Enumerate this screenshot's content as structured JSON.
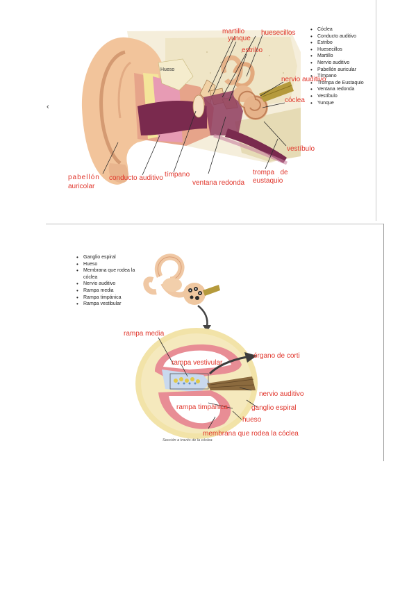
{
  "left_marker": "‹",
  "ear": {
    "bone_tag": "Hueso",
    "labels": {
      "martillo": "martillo",
      "yunque": "yunque",
      "huesecillos": "huesecillos",
      "estribo": "estribo",
      "nervio_auditivo": "nervio auditivo",
      "coclea": "cóclea",
      "vestibulo": "vestíbulo",
      "pabellon_1": "pabellón",
      "pabellon_2": "auricolar",
      "conducto_auditivo": "conducto auditivo",
      "timpano": "tímpano",
      "ventana_redonda": "ventana redonda",
      "trompa_1": "trompa   de",
      "trompa_2": "eustaquio"
    },
    "list": [
      "Cóclea",
      "Conducto auditivo",
      "Estribo",
      "Huesecillos",
      "Martillo",
      "Nervio auditivo",
      "Pabellón auricular",
      "Tímpano",
      "Trompa de Eustaquio",
      "Ventana redonda",
      "Vestíbulo",
      "Yunque"
    ]
  },
  "cochlea": {
    "list": [
      "Ganglio espiral",
      "Hueso",
      "Membrana que rodea la cóclea",
      "Nervio auditivo",
      "Rampa media",
      "Rampa timpánica",
      "Rampa vestibular"
    ],
    "labels": {
      "rampa_media": "rampa media",
      "rampa_vestibular": "rampa vestivular",
      "organo_corti": "órgano de corti",
      "nervio_auditivo": "nervio auditivo",
      "rampa_timpanica": "rampa timpánica",
      "ganglio_espiral": "ganglio espiral",
      "hueso": "hueso",
      "membrana": "membrana que rodea la cóclea"
    },
    "caption": "Sección a través de la cóclea"
  },
  "colors": {
    "label_red": "#e0352b",
    "skin": "#f2c49b",
    "canal_purple": "#7a2a4e",
    "bone_cream": "#efe6c8",
    "rampa_pink": "#e88d95",
    "membrane_yellow": "#f3e2a2"
  }
}
